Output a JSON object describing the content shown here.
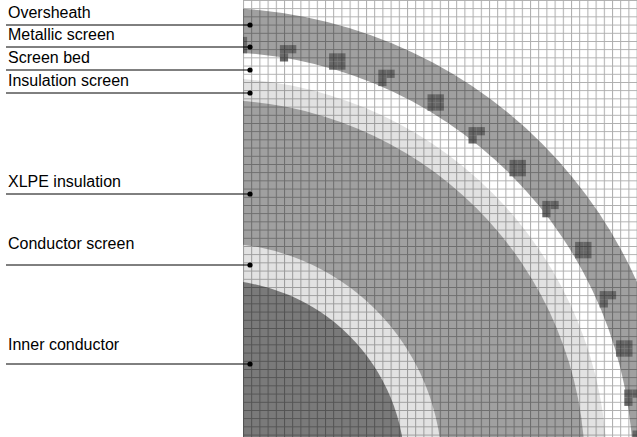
{
  "diagram": {
    "labels": [
      "Oversheath",
      "Metallic screen",
      "Screen bed",
      "Insulation screen",
      "XLPE insulation",
      "Conductor screen",
      "Inner conductor"
    ]
  }
}
